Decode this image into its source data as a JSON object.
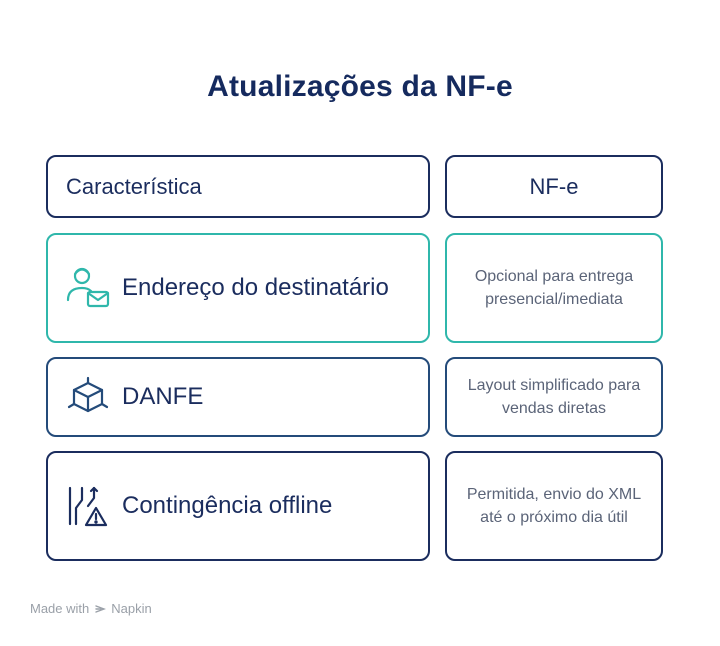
{
  "title": "Atualizações da NF-e",
  "header": {
    "left": "Característica",
    "right": "NF-e"
  },
  "rows": [
    {
      "label": "Endereço do destinatário",
      "desc": "Opcional para entrega presencial/imediata",
      "icon": "person-mail-icon",
      "border_color": "#2fb7ab"
    },
    {
      "label": "DANFE",
      "desc": "Layout simplificado para vendas diretas",
      "icon": "box-icon",
      "border_color": "#244b7a"
    },
    {
      "label": "Contingência offline",
      "desc": "Permitida, envio do XML até o próximo dia útil",
      "icon": "network-warning-icon",
      "border_color": "#1b2d5e"
    }
  ],
  "footer": {
    "made_with": "Made with",
    "brand": "Napkin"
  },
  "colors": {
    "title": "#152a5e",
    "dark_border": "#1b2d5e",
    "teal_border": "#2fb7ab",
    "desc_text": "#5b6478"
  }
}
